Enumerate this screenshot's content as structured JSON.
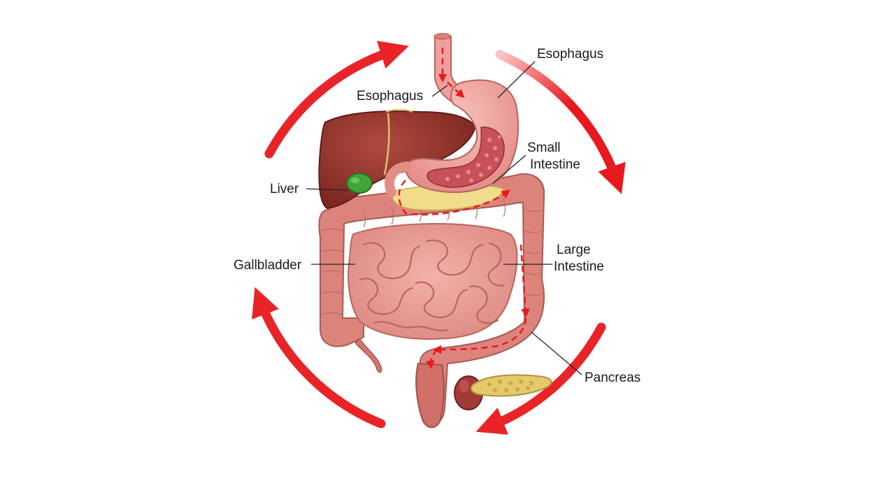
{
  "labels": {
    "esophagus_top": "Esophagus",
    "esophagus_mid": "Esophagus",
    "small_intestine": [
      "Small",
      "Intestine"
    ],
    "liver": "Liver",
    "gallbladder": "Gallbladder",
    "large_intestine": [
      "Large",
      "Intestine"
    ],
    "pancreas": "Pancreas"
  },
  "colors": {
    "cycle_arrow": "#e8191e",
    "liver": "#8e2f28",
    "gallbladder": "#3fa73a",
    "stomach": "#f2a6a3",
    "intestine": "#e89a92",
    "large_intestine": "#d98079",
    "pancreas": "#e6c96b",
    "fat": "#f0dc8a",
    "flow_arrow": "#e8191e",
    "leader_line": "#222222"
  }
}
